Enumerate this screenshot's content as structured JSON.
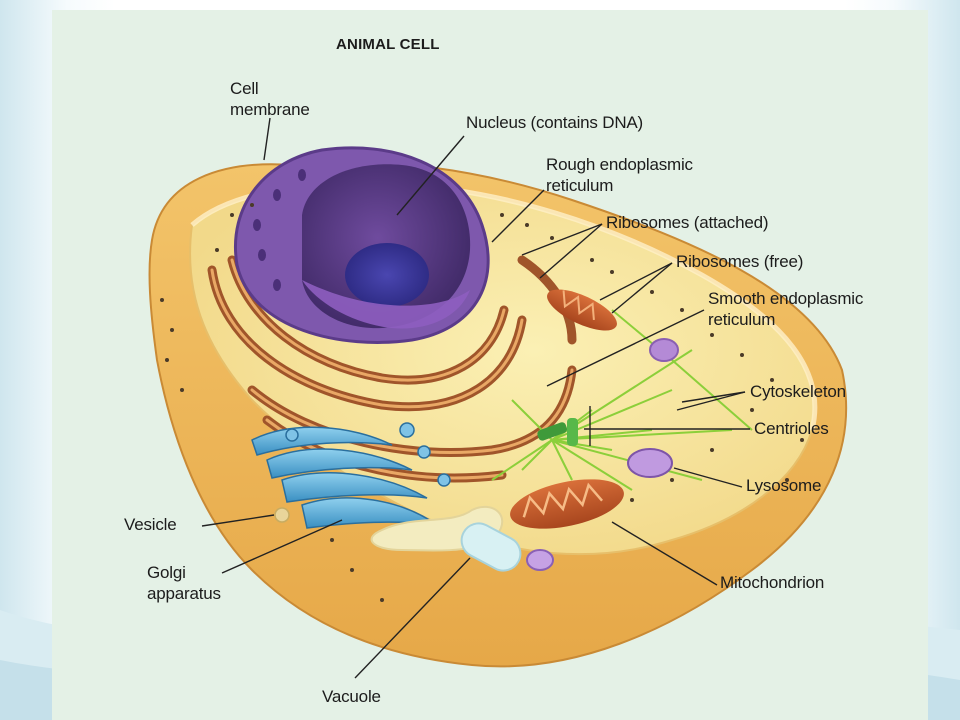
{
  "diagram": {
    "title": "ANIMAL CELL",
    "labels": {
      "cell_membrane": "Cell\nmembrane",
      "nucleus": "Nucleus (contains DNA)",
      "rough_er": "Rough endoplasmic\nreticulum",
      "ribosomes_attached": "Ribosomes (attached)",
      "ribosomes_free": "Ribosomes (free)",
      "smooth_er": "Smooth endoplasmic\nreticulum",
      "cytoskeleton": "Cytoskeleton",
      "centrioles": "Centrioles",
      "lysosome": "Lysosome",
      "mitochondrion": "Mitochondrion",
      "vesicle": "Vesicle",
      "golgi": "Golgi\napparatus",
      "vacuole": "Vacuole"
    }
  }
}
